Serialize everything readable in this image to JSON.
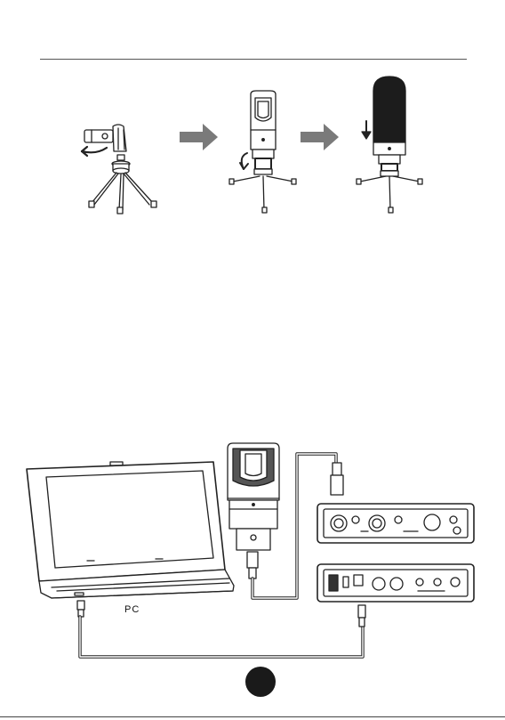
{
  "labels": {
    "pc": "PC"
  },
  "colors": {
    "line": "#222222",
    "arrow_fill": "#7a7a7a",
    "windscreen": "#1c1c1c",
    "page_marker": "#1a1a1a"
  },
  "icons": {
    "step_arrow": "thick-right-arrow",
    "rotate_arrow": "curved-arrow"
  }
}
